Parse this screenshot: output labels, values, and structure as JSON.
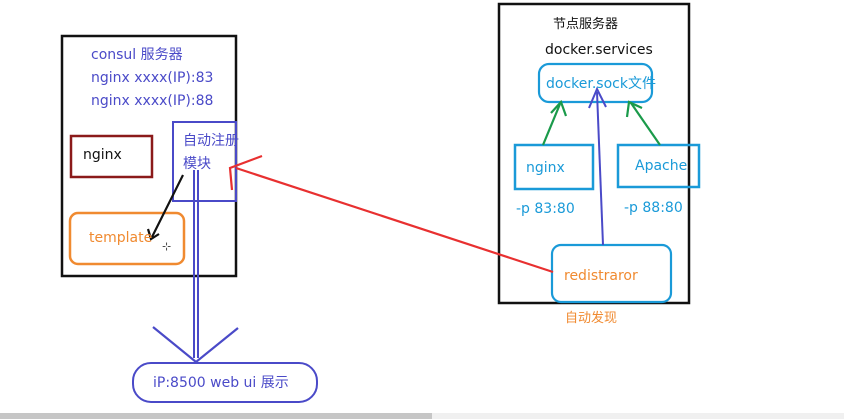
{
  "consul_server": {
    "title": "consul 服务器",
    "line1": "nginx xxxx(IP):83",
    "line2": "nginx xxxx(IP):88",
    "nginx_box": "nginx",
    "auto_register_line1": "自动注册",
    "auto_register_line2": "模块",
    "template_box": "template"
  },
  "web_ui": {
    "label": "iP:8500  web ui 展示"
  },
  "node_server": {
    "title": "节点服务器",
    "services": "docker.services",
    "docker_sock": "docker.sock文件",
    "nginx_box": "nginx",
    "apache_box": "Apache",
    "nginx_port": "-p 83:80",
    "apache_port": "-p 88:80",
    "registrator_box": "redistraror",
    "auto_discovery": "自动发现"
  },
  "colors": {
    "box_black": "#111111",
    "nginx_box": "#8b1a1a",
    "template_box": "#f08a30",
    "blue_box": "#4a4ac8",
    "cyan_box": "#1a9ad8",
    "green_arrow": "#1a9a4a",
    "red_arrow": "#e83030"
  }
}
